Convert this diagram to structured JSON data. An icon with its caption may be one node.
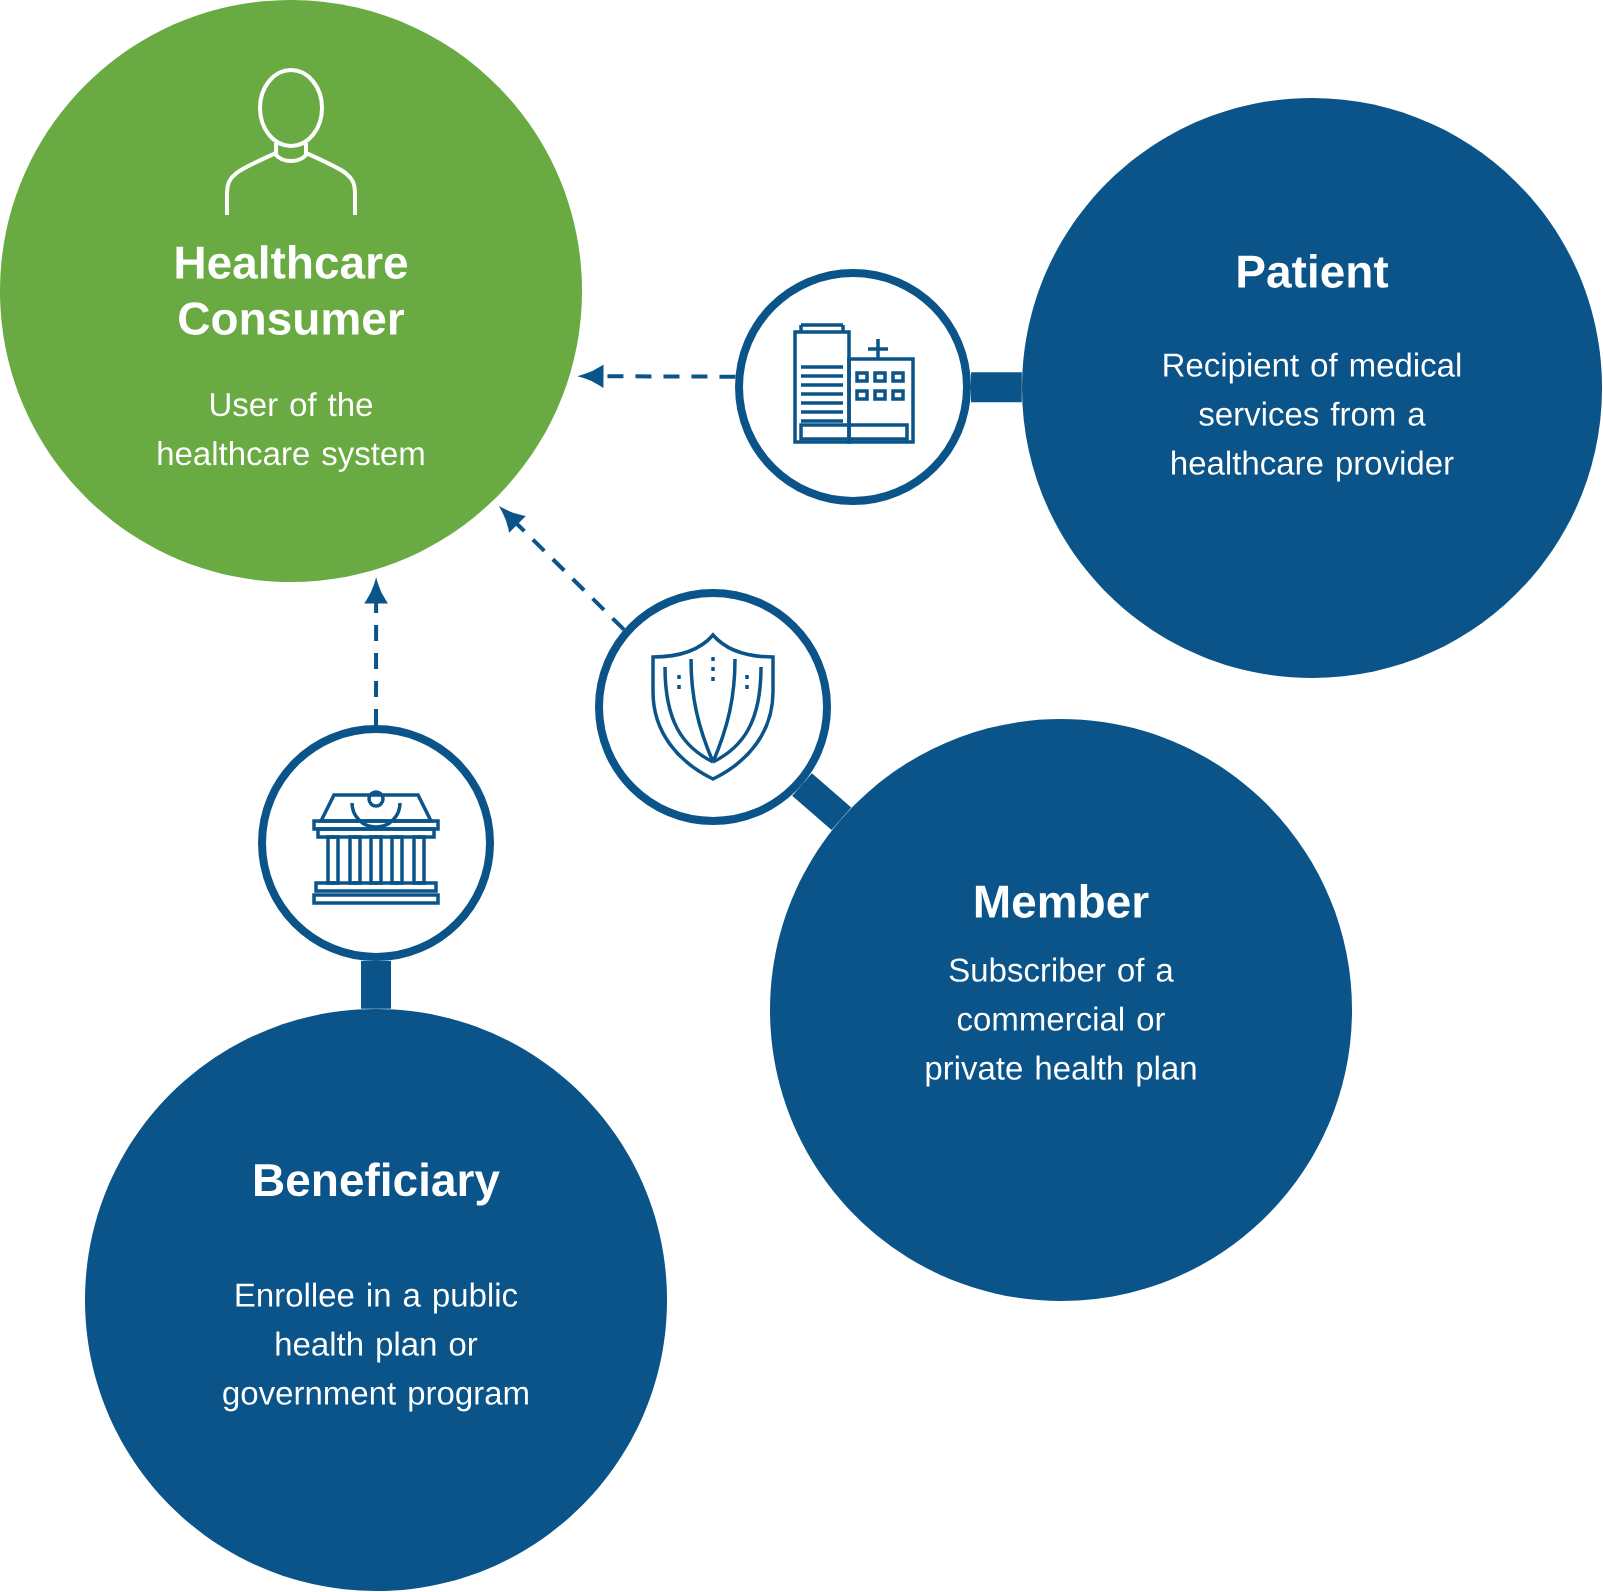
{
  "diagram": {
    "nodes": [
      {
        "text": [
          "Healthcare Consumer",
          "User of the healthcare system"
        ]
      },
      {
        "text": [
          "Patient",
          "Recipient of medical services from a healthcare provider"
        ]
      },
      {
        "text": [],
        "shape": "circle"
      },
      {
        "text": [],
        "shape": "circle"
      },
      {
        "text": [
          "Member",
          "Subscriber of a commercial or private health plan"
        ]
      },
      {
        "text": [],
        "shape": "circle"
      },
      {
        "text": [
          "Beneficiary",
          "Enrollee in a public health plan or government program"
        ]
      }
    ],
    "edges": [
      {
        "from": 2,
        "to": 0,
        "arrow": "to",
        "style": "dashed"
      },
      {
        "from": 1,
        "to": 2,
        "arrow": "none",
        "style": "thick"
      },
      {
        "from": 3,
        "to": 0,
        "arrow": "to",
        "style": "dashed"
      },
      {
        "from": 4,
        "to": 3,
        "arrow": "none",
        "style": "thick"
      },
      {
        "from": 5,
        "to": 0,
        "arrow": "to",
        "style": "dashed"
      },
      {
        "from": 6,
        "to": 5,
        "arrow": "none",
        "style": "thick"
      }
    ]
  }
}
